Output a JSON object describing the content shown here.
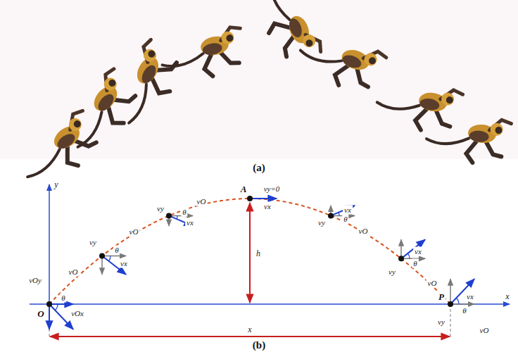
{
  "diagram": {
    "labels": [
      "(a)",
      "y",
      "vOy",
      "vO",
      "θ",
      "O",
      "vOx",
      "vy",
      "vO",
      "θ",
      "vx",
      "vy",
      "vO",
      "θ",
      "vx",
      "A",
      "vy=0",
      "vx",
      "h",
      "vx",
      "vy",
      "θ",
      "vO",
      "vx",
      "vy",
      "θ",
      "vO",
      "P",
      "vx",
      "x",
      "vy",
      "θ",
      "vO",
      "x",
      "(b)"
    ]
  }
}
